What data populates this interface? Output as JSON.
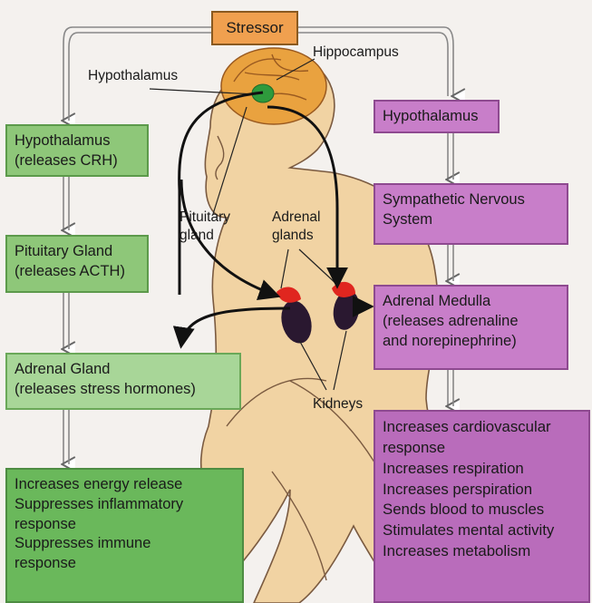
{
  "stressor": "Stressor",
  "labels": {
    "hippocampus": "Hippocampus",
    "hypothalamus": "Hypothalamus",
    "pituitary": [
      "Pituitary",
      "gland"
    ],
    "adrenal": [
      "Adrenal",
      "glands"
    ],
    "kidneys": "Kidneys"
  },
  "left_path": [
    [
      "Hypothalamus",
      "(releases CRH)"
    ],
    [
      "Pituitary Gland",
      "(releases ACTH)"
    ],
    [
      "Adrenal Gland",
      "(releases stress hormones)"
    ],
    [
      "Increases energy release",
      "Suppresses inflammatory",
      "response",
      "Suppresses immune",
      "response"
    ]
  ],
  "right_path": [
    [
      "Hypothalamus"
    ],
    [
      "Sympathetic Nervous",
      "System"
    ],
    [
      "Adrenal Medulla",
      "(releases adrenaline",
      "and norepinephrine)"
    ],
    [
      "Increases cardiovascular",
      "response",
      "Increases respiration",
      "Increases perspiration",
      "Sends blood to muscles",
      "Stimulates mental activity",
      "Increases metabolism"
    ]
  ],
  "colors": {
    "stressor": "#f0a04f",
    "left_boxes": "#8ec779",
    "right_boxes": "#c87ec9",
    "skin": "#f1d3a3",
    "brain": "#e9a23f",
    "adrenal": "#e0261f",
    "kidney": "#2a1830"
  }
}
